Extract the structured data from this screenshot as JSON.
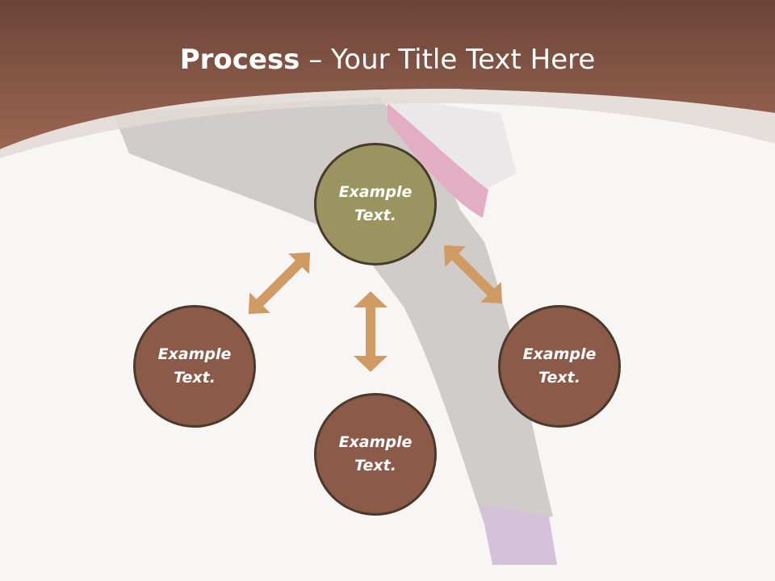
{
  "title": {
    "bold": "Process",
    "rest": " – Your Title Text Here"
  },
  "nodes": {
    "center": "Example Text.",
    "left": "Example Text.",
    "bottom": "Example Text.",
    "right": "Example Text."
  },
  "colors": {
    "header": "#8c5a48",
    "center_node": "#9a9560",
    "outer_node": "#8c5a48",
    "arrow": "#d09a63",
    "node_border": "#4a3a2c"
  }
}
